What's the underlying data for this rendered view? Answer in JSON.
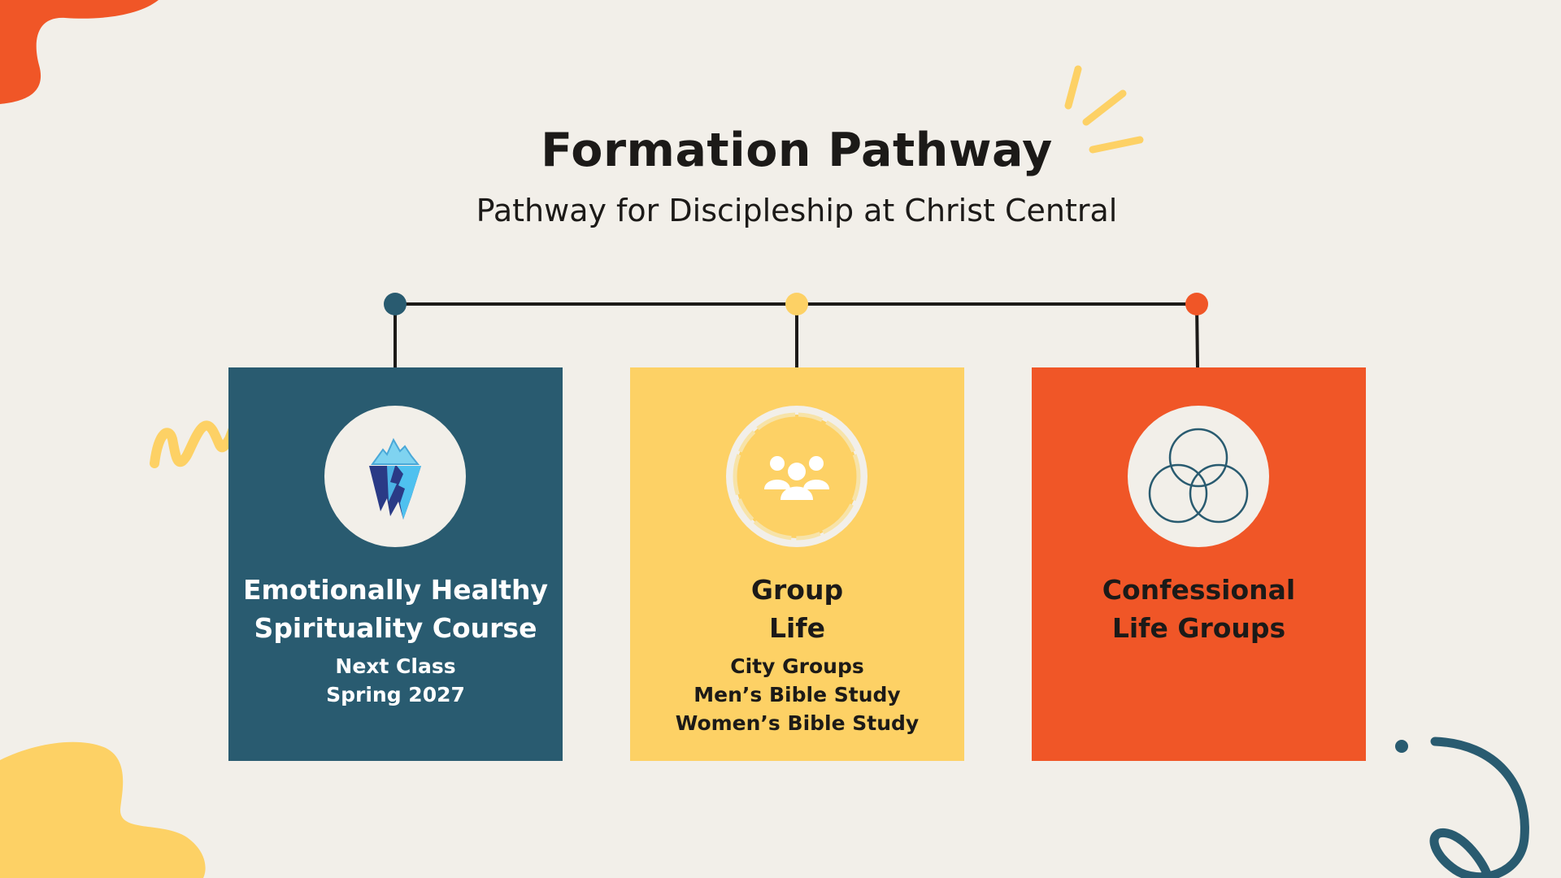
{
  "header": {
    "title": "Formation Pathway",
    "subtitle": "Pathway for Discipleship at Christ Central"
  },
  "colors": {
    "background": "#f2efe9",
    "teal": "#295b70",
    "yellow": "#fdd165",
    "orange": "#f05627",
    "text": "#1c1a18"
  },
  "steps": [
    {
      "title_lines": [
        "Emotionally Healthy",
        "Spirituality Course"
      ],
      "detail_lines": [
        "Next Class",
        "Spring 2027"
      ],
      "icon": "iceberg-icon",
      "color": "#295b70"
    },
    {
      "title_lines": [
        "Group",
        "Life"
      ],
      "detail_lines": [
        "City Groups",
        "Men’s Bible Study",
        "Women’s Bible Study"
      ],
      "icon": "group-people-icon",
      "color": "#fdd165"
    },
    {
      "title_lines": [
        "Confessional",
        "Life Groups"
      ],
      "detail_lines": [],
      "icon": "venn-circles-icon",
      "color": "#f05627"
    }
  ]
}
